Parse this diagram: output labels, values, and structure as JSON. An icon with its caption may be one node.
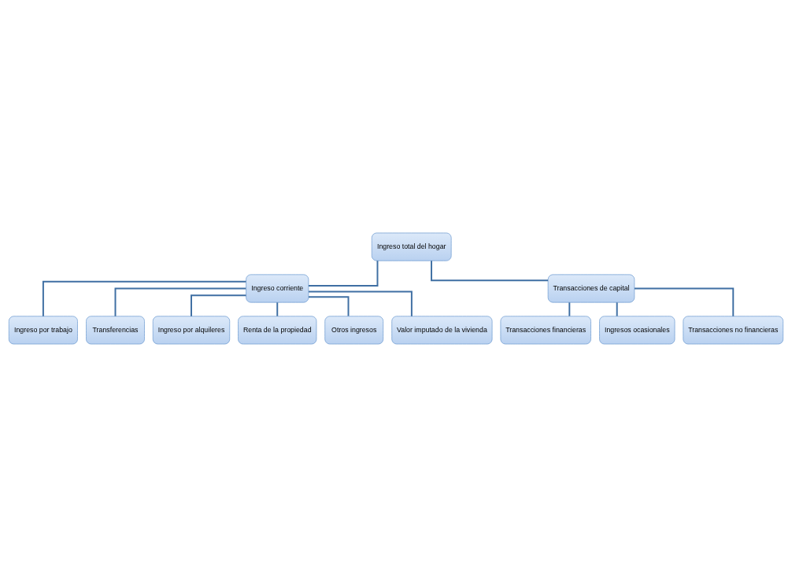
{
  "diagram": {
    "nodes": [
      {
        "text": [
          "Ingreso total del hogar"
        ]
      },
      {
        "text": [
          "Ingreso corriente"
        ]
      },
      {
        "text": [
          "Transacciones de capital"
        ]
      },
      {
        "text": [
          "Ingreso por trabajo"
        ]
      },
      {
        "text": [
          "Transferencias"
        ]
      },
      {
        "text": [
          "Ingreso por alquileres"
        ]
      },
      {
        "text": [
          "Renta de la propiedad"
        ]
      },
      {
        "text": [
          "Otros ingresos"
        ]
      },
      {
        "text": [
          "Valor imputado de la vivienda"
        ]
      },
      {
        "text": [
          "Transacciones financieras"
        ]
      },
      {
        "text": [
          "Ingresos ocasionales"
        ]
      },
      {
        "text": [
          "Transacciones no financieras"
        ]
      }
    ],
    "edges": [
      {
        "from": 0,
        "to": 1,
        "arrow": "none"
      },
      {
        "from": 0,
        "to": 2,
        "arrow": "none"
      },
      {
        "from": 1,
        "to": 3,
        "arrow": "none"
      },
      {
        "from": 1,
        "to": 4,
        "arrow": "none"
      },
      {
        "from": 1,
        "to": 5,
        "arrow": "none"
      },
      {
        "from": 1,
        "to": 6,
        "arrow": "none"
      },
      {
        "from": 1,
        "to": 7,
        "arrow": "none"
      },
      {
        "from": 1,
        "to": 8,
        "arrow": "none"
      },
      {
        "from": 2,
        "to": 9,
        "arrow": "none"
      },
      {
        "from": 2,
        "to": 10,
        "arrow": "none"
      },
      {
        "from": 2,
        "to": 11,
        "arrow": "none"
      }
    ]
  }
}
